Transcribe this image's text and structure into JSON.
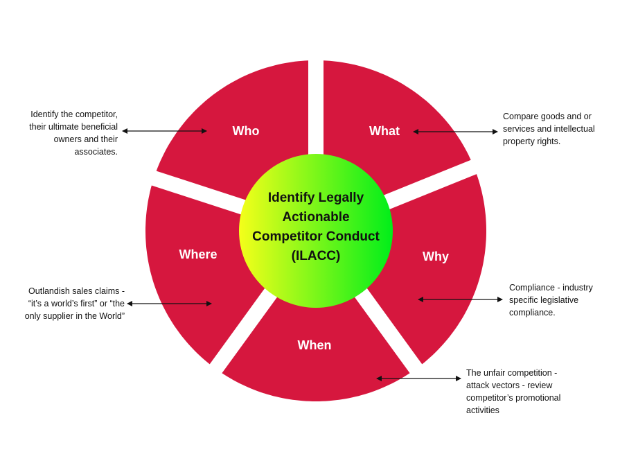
{
  "diagram": {
    "center_title": "Identify Legally Actionable Competitor Conduct (ILACC)",
    "segments": [
      {
        "id": "who",
        "label": "Who",
        "note": "Identify the competitor,\ntheir ultimate beneficial\nowners and their\nassociates."
      },
      {
        "id": "what",
        "label": "What",
        "note": "Compare goods and or\nservices and intellectual\nproperty rights."
      },
      {
        "id": "why",
        "label": "Why",
        "note": "Compliance - industry\nspecific legislative\ncompliance."
      },
      {
        "id": "when",
        "label": "When",
        "note": "The unfair competition -\nattack vectors - review\ncompetitor’s promotional\nactivities"
      },
      {
        "id": "where",
        "label": "Where",
        "note": "Outlandish sales claims -\n“it’s a world’s first” or “the\nonly supplier in the World”"
      }
    ],
    "colors": {
      "segment_fill": "#d6173e",
      "center_gradient_start": "#f5ff1a",
      "center_gradient_end": "#00ee1a",
      "arrow": "#111111",
      "background": "#ffffff"
    }
  }
}
